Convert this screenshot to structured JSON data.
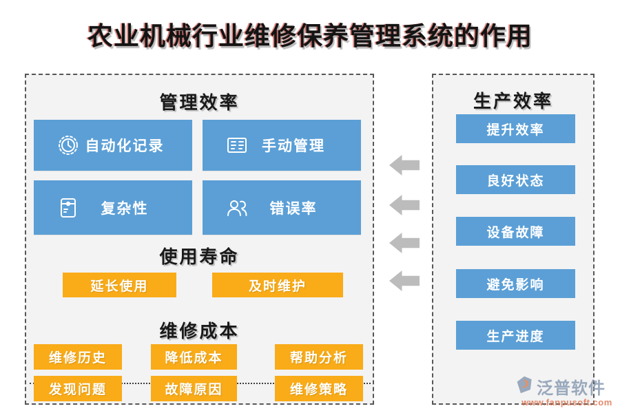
{
  "title": "农业机械行业维修保养管理系统的作用",
  "left_panel": {
    "section1": {
      "heading": "管理效率",
      "items": [
        {
          "label": "自动化记录",
          "icon": "clock-icon"
        },
        {
          "label": "手动管理",
          "icon": "form-icon"
        },
        {
          "label": "复杂性",
          "icon": "package-icon"
        },
        {
          "label": "错误率",
          "icon": "users-icon"
        }
      ]
    },
    "section2": {
      "heading": "使用寿命",
      "items": [
        {
          "label": "延长使用"
        },
        {
          "label": "及时维护"
        }
      ]
    },
    "section3": {
      "heading": "维修成本",
      "items": [
        {
          "label": "维修历史"
        },
        {
          "label": "降低成本"
        },
        {
          "label": "帮助分析"
        },
        {
          "label": "发现问题"
        },
        {
          "label": "故障原因"
        },
        {
          "label": "维修策略"
        }
      ]
    }
  },
  "right_panel": {
    "heading": "生产效率",
    "items": [
      {
        "label": "提升效率"
      },
      {
        "label": "良好状态"
      },
      {
        "label": "设备故障"
      },
      {
        "label": "避免影响"
      },
      {
        "label": "生产进度"
      }
    ]
  },
  "arrows": {
    "direction": "left",
    "count": 4
  },
  "watermark": {
    "brand": "泛普软件",
    "url": "www.fanpusoft.com"
  },
  "colors": {
    "box_blue": "#5b9fd6",
    "box_orange": "#f9ab18",
    "panel_bg": "#f3f3f3",
    "border_dash": "#565656",
    "arrow_gray": "#bcbcbc",
    "title_text": "#141414",
    "brand_text": "#8396af",
    "brand_url": "#dd6f49"
  }
}
